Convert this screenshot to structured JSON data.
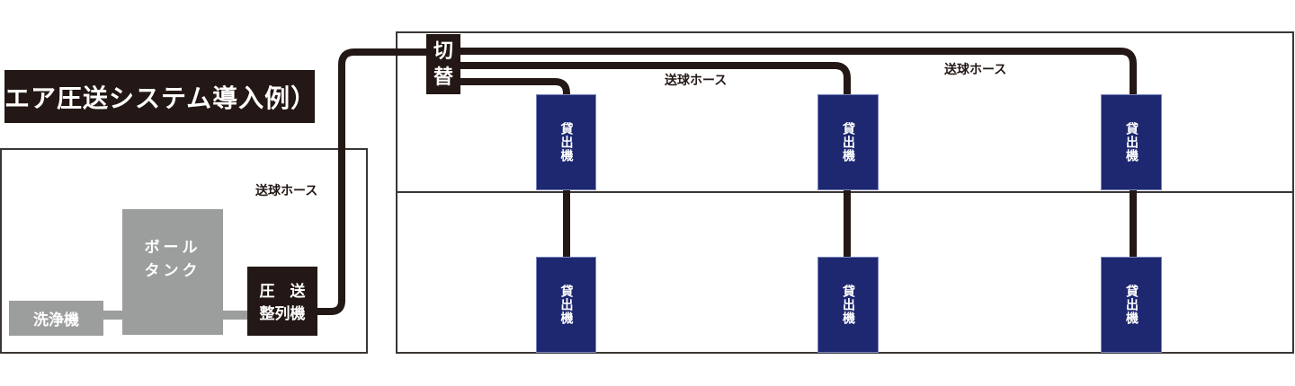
{
  "title": "エア圧送システム導入例）",
  "left_area": {
    "washer": "洗浄機",
    "ball_tank": [
      "ボール",
      "タンク"
    ],
    "feeder": {
      "line1": "圧　送",
      "line2": "整列機"
    },
    "hose_label": "送球ホース"
  },
  "right_area": {
    "switch": [
      "切",
      "替"
    ],
    "hose_labels": [
      "送球ホース",
      "送球ホース"
    ],
    "dispensers_top": [
      "貸出機",
      "貸出機",
      "貸出機"
    ],
    "dispensers_bottom": [
      "貸出機",
      "貸出機",
      "貸出機"
    ]
  },
  "colors": {
    "hose": "#231815",
    "dispenser": "#1e2870",
    "equipment_gray": "#9c9d9d",
    "dark_box": "#231815"
  }
}
